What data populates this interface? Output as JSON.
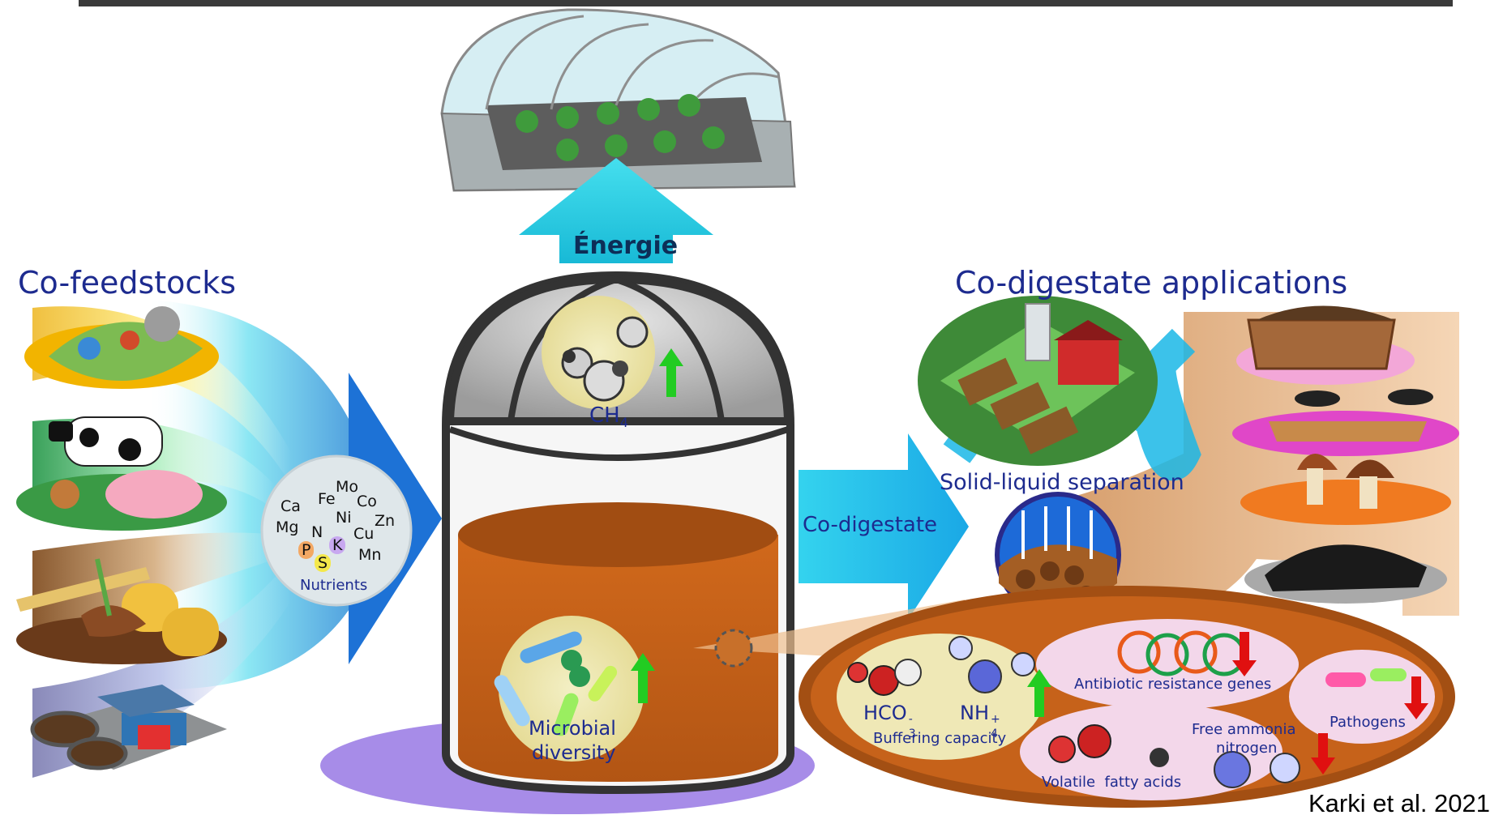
{
  "energy_label": "Énergie",
  "co_feedstocks": {
    "heading": "Co-feedstocks",
    "items": [
      "food-waste-icon",
      "livestock-icon",
      "crop-residues-icon",
      "industrial-waste-icon"
    ]
  },
  "nutrients": {
    "label": "Nutrients",
    "elements": [
      "Ca",
      "Fe",
      "Mo",
      "Co",
      "Mg",
      "Ni",
      "Zn",
      "N",
      "Cu",
      "P",
      "K",
      "S",
      "Mn"
    ]
  },
  "digester": {
    "gas": {
      "formula": "CH",
      "subscript": "4",
      "trend": "up"
    },
    "microbial": {
      "line1": "Microbial",
      "line2": "diversity",
      "trend": "up"
    }
  },
  "co_digestate_label": "Co-digestate",
  "solid_liquid_label": "Solid-liquid separation",
  "applications_heading": "Co-digestate applications",
  "applications_items": [
    "farmland-icon",
    "compost-icon",
    "insect-larvae-icon",
    "mushroom-icon",
    "biochar-icon"
  ],
  "properties": {
    "buffering": {
      "hco3": "HCO",
      "hco3_sub": "3",
      "hco3_sup": "-",
      "nh4": "NH",
      "nh4_sub": "4",
      "nh4_sup": "+",
      "label": "Buffering capacity",
      "trend": "up"
    },
    "antibiotic": {
      "label": "Antibiotic resistance genes",
      "trend": "down"
    },
    "pathogens": {
      "label": "Pathogens",
      "trend": "down"
    },
    "ammonia": {
      "line1": "Free ammonia",
      "line2": "nitrogen",
      "trend": "down"
    },
    "vfa": {
      "label": "Volatile  fatty acids"
    }
  },
  "credit": "Karki et al. 2021",
  "colors": {
    "arrow": "#19c3e0",
    "heading": "#1d2b8f",
    "up_arrow": "#22cc22",
    "down_arrow": "#e01010",
    "digestate": "#c8621a",
    "dome": "#b9b9b9"
  }
}
